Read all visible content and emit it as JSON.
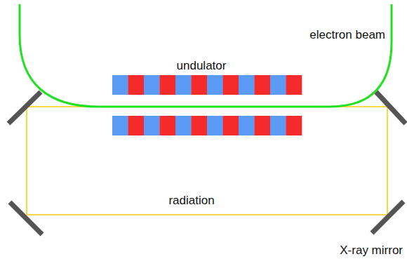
{
  "diagram": {
    "labels": [
      "electron beam",
      "undulator",
      "radiation",
      "X-ray mirror"
    ]
  }
}
